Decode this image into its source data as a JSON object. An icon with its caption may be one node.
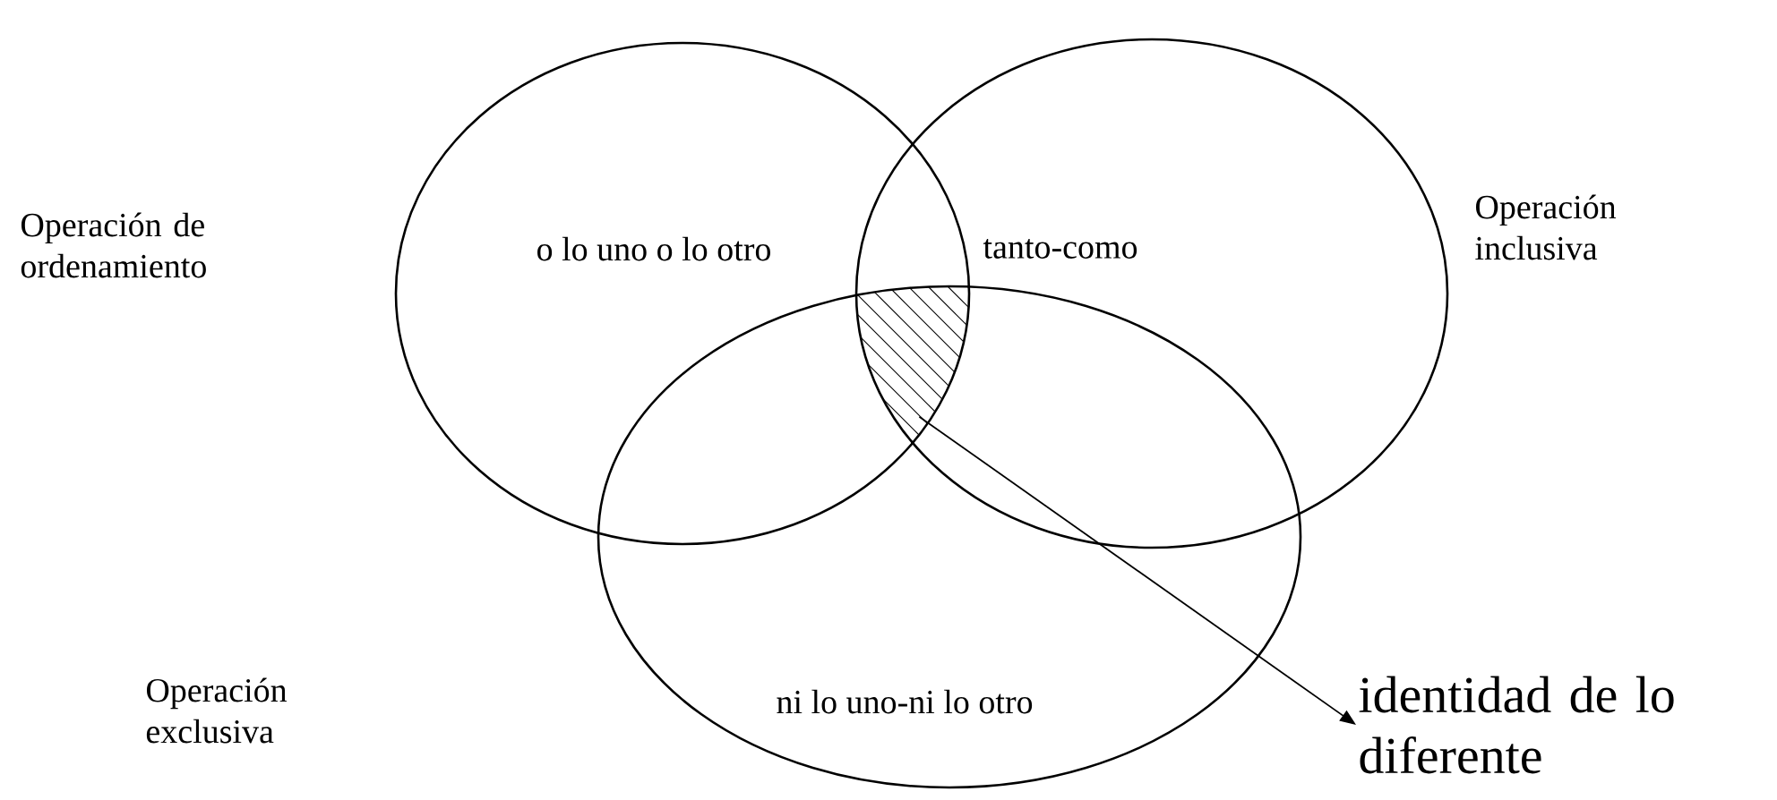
{
  "diagram": {
    "nodes": [
      {
        "text": [
          "o lo uno o lo otro"
        ]
      },
      {
        "text": [
          "tanto-como"
        ]
      },
      {
        "text": [
          "ni lo uno-ni lo otro"
        ]
      },
      {
        "text": [],
        "shape": "region"
      },
      {
        "text": [
          "identidad de lo diferente"
        ]
      }
    ],
    "edges": [
      {
        "from": 3,
        "to": 4,
        "arrow": "to"
      }
    ],
    "labels": [
      "Operación de ordenamiento",
      "Operación inclusiva",
      "Operación exclusiva"
    ]
  }
}
